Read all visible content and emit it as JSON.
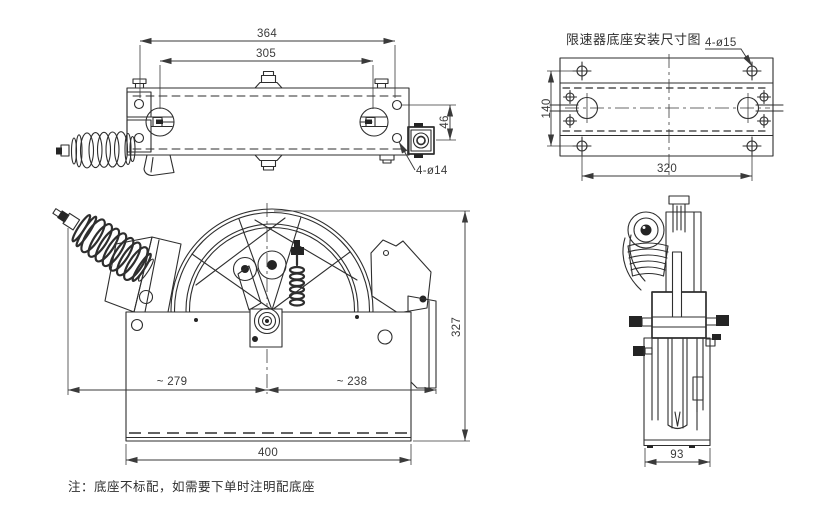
{
  "drawing": {
    "top_view": {
      "dim_width_outer": "364",
      "dim_width_inner": "305",
      "dim_height": "46",
      "hole_callout": "4-ø14"
    },
    "base_plan": {
      "title": "限速器底座安装尺寸图",
      "hole_callout": "4-ø15",
      "dim_height": "140",
      "dim_width": "320"
    },
    "front_view": {
      "dim_left": "~ 279",
      "dim_right": "~ 238",
      "dim_width": "400",
      "dim_height": "327"
    },
    "side_view": {
      "dim_width": "93"
    },
    "note": "注：底座不标配，如需要下单时注明配底座"
  },
  "colors": {
    "background": "#ffffff",
    "line": "#2e2e2e",
    "dim": "#3a3a3a"
  }
}
